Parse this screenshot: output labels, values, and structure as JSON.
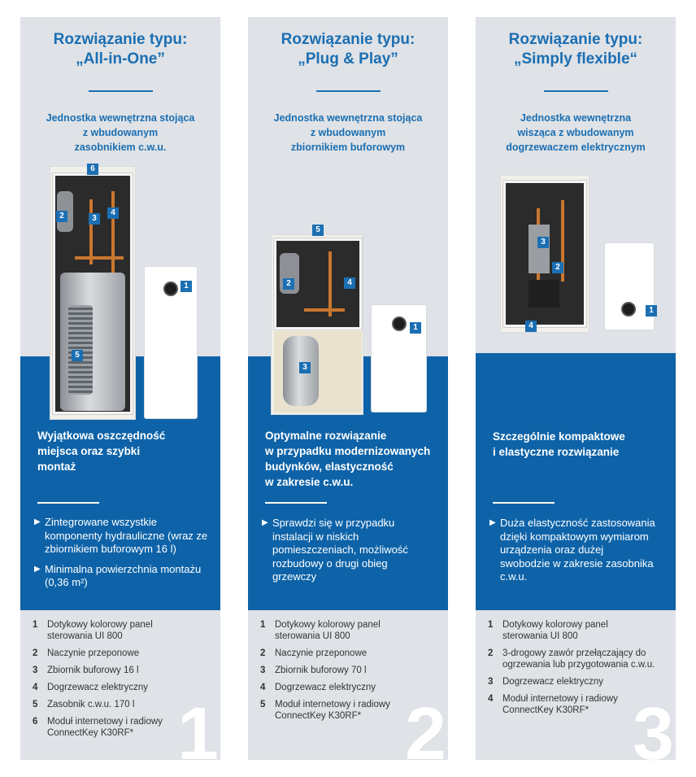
{
  "columns": [
    {
      "title": "Rozwiązanie typu:\n„All-in-One”",
      "subtitle": "Jednostka wewnętrzna stojąca\nz wbudowanym\nzasobnikiem c.w.u.",
      "markers": [
        "6",
        "2",
        "3",
        "4",
        "1",
        "5"
      ],
      "highlight": "Wyjątkowa oszczędność\nmiejsca oraz szybki\nmontaż",
      "bullets": [
        "Zintegrowane wszystkie komponenty hydrauliczne (wraz ze zbiornikiem buforowym 16 l)",
        "Minimalna powierzchnia montażu (0,36 m²)"
      ],
      "legend": [
        {
          "num": "1",
          "text": "Dotykowy kolorowy panel sterowania UI 800"
        },
        {
          "num": "2",
          "text": "Naczynie przeponowe"
        },
        {
          "num": "3",
          "text": "Zbiornik buforowy 16 l"
        },
        {
          "num": "4",
          "text": "Dogrzewacz elektryczny"
        },
        {
          "num": "5",
          "text": "Zasobnik c.w.u. 170 l"
        },
        {
          "num": "6",
          "text": "Moduł internetowy i radiowy ConnectKey K30RF*"
        }
      ],
      "big_number": "1"
    },
    {
      "title": "Rozwiązanie typu:\n„Plug & Play”",
      "subtitle": "Jednostka wewnętrzna stojąca\nz wbudowanym\nzbiornikiem buforowym",
      "markers": [
        "5",
        "2",
        "4",
        "1",
        "3"
      ],
      "highlight": "Optymalne rozwiązanie\nw przypadku modernizowanych\nbudynków, elastyczność\nw zakresie c.w.u.",
      "bullets": [
        "Sprawdzi się w przypadku instalacji w niskich pomieszczeniach, możliwość rozbudowy o drugi obieg grzewczy"
      ],
      "legend": [
        {
          "num": "1",
          "text": "Dotykowy kolorowy panel sterowania UI 800"
        },
        {
          "num": "2",
          "text": "Naczynie przeponowe"
        },
        {
          "num": "3",
          "text": "Zbiornik buforowy 70 l"
        },
        {
          "num": "4",
          "text": "Dogrzewacz elektryczny"
        },
        {
          "num": "5",
          "text": "Moduł internetowy i radiowy ConnectKey K30RF*"
        }
      ],
      "big_number": "2"
    },
    {
      "title": "Rozwiązanie typu:\n„Simply flexible“",
      "subtitle": "Jednostka wewnętrzna\nwisząca z wbudowanym\ndogrzewaczem elektrycznym",
      "markers": [
        "3",
        "2",
        "1",
        "4"
      ],
      "highlight": "Szczególnie kompaktowe\ni elastyczne rozwiązanie",
      "bullets": [
        "Duża elastyczność zastosowania dzięki kompaktowym wymiarom urządzenia oraz dużej swobodzie w zakresie zasobnika c.w.u."
      ],
      "legend": [
        {
          "num": "1",
          "text": "Dotykowy kolorowy panel sterowania UI 800"
        },
        {
          "num": "2",
          "text": "3-drogowy zawór przełączający do ogrzewania lub przygotowania c.w.u."
        },
        {
          "num": "3",
          "text": "Dogrzewacz elektryczny"
        },
        {
          "num": "4",
          "text": "Moduł internetowy i radiowy ConnectKey K30RF*"
        }
      ],
      "big_number": "3"
    }
  ],
  "colors": {
    "brand_blue": "#1b6fb3",
    "panel_blue": "#0e63a8",
    "column_bg": "#dfe2e6"
  },
  "icons": {
    "bullet": "triangle-right-icon"
  }
}
